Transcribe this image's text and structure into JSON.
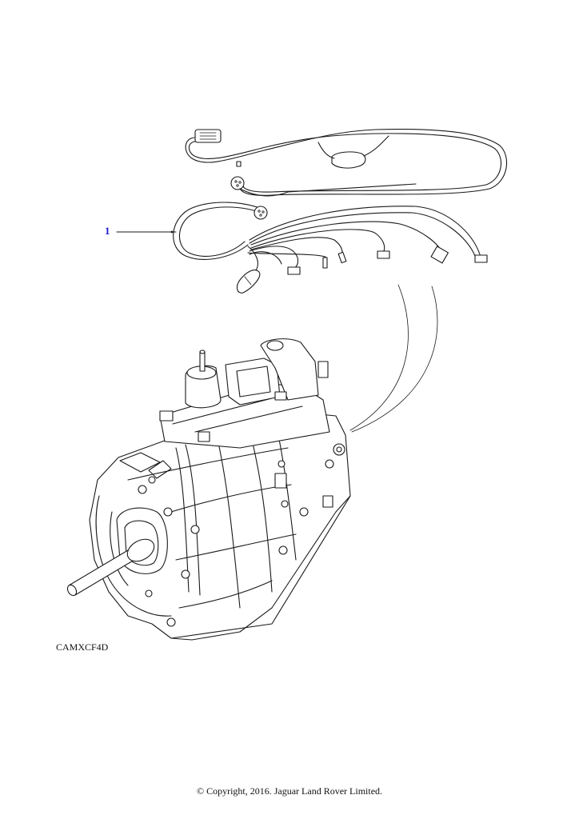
{
  "callouts": [
    {
      "number": "1"
    }
  ],
  "drawing_code": "CAMXCF4D",
  "copyright": "© Copyright, 2016. Jaguar Land Rover Limited.",
  "colors": {
    "callout": "#1a1ad6",
    "line": "#1a1a1a",
    "background": "#ffffff"
  }
}
